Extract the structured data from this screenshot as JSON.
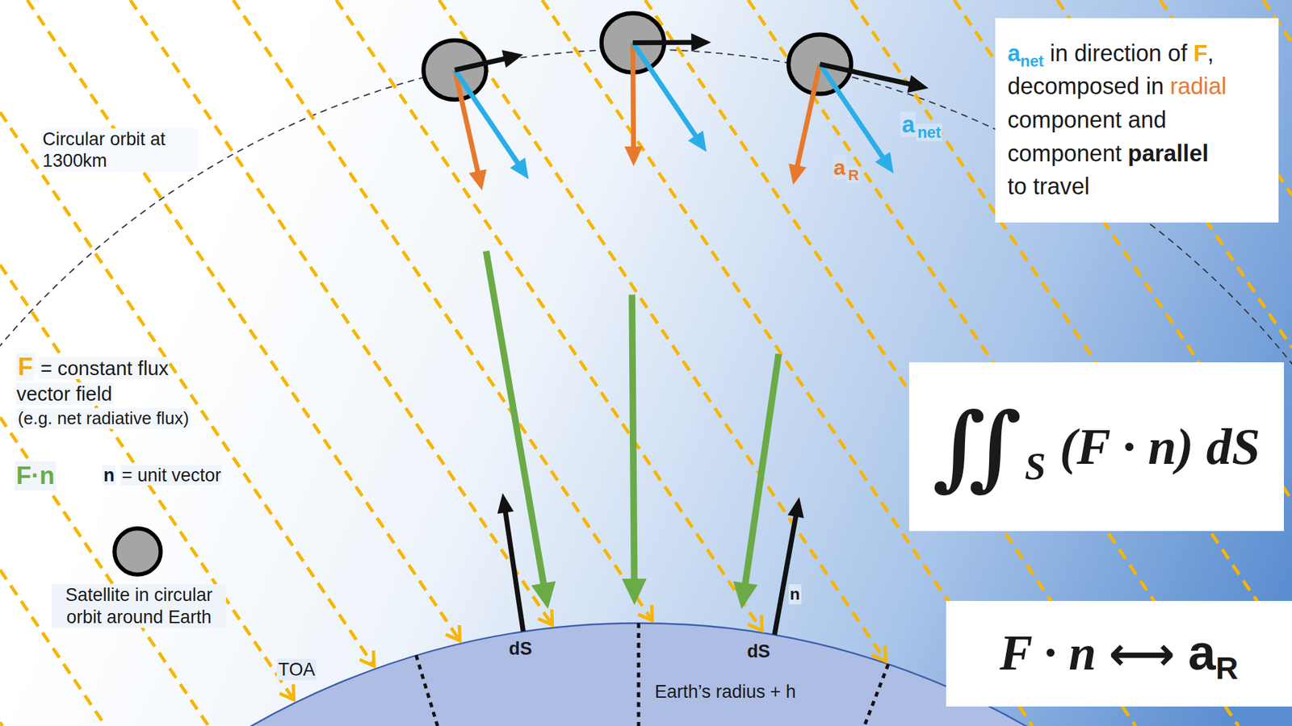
{
  "diagram": {
    "nodes": [
      {
        "text": [
          "a",
          "net",
          "in direction of",
          "F",
          ",",
          "decomposed in",
          "radial",
          "component and",
          "component",
          "parallel",
          "to travel"
        ]
      },
      {
        "text": [
          "∬",
          "S",
          "(F · n) dS"
        ]
      },
      {
        "text": [
          "F · n",
          "⟷",
          "a",
          "R"
        ]
      }
    ],
    "labels": [
      "Circular orbit at 1300km",
      "F",
      "= constant flux vector field",
      "(e.g. net radiative flux)",
      "F·n",
      "n",
      "= unit vector",
      "Satellite in circular orbit around Earth",
      "TOA",
      "Earth’s radius + h",
      "dS",
      "dS",
      "n",
      "a",
      "net",
      "a",
      "R"
    ]
  }
}
